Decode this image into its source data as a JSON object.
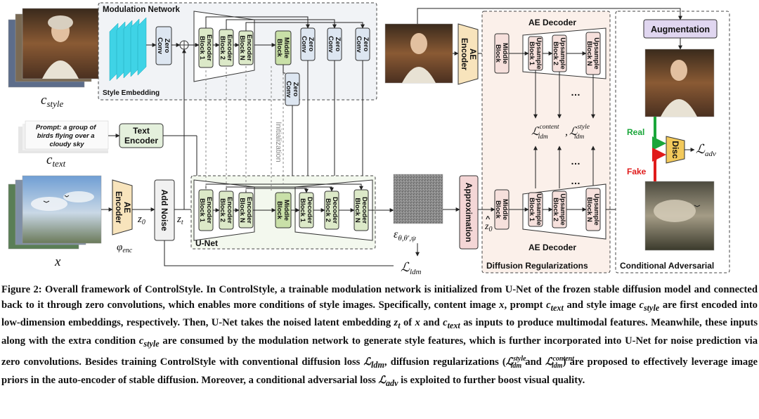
{
  "diagram": {
    "modulation_network": "Modulation Network",
    "style_embedding": "Style Embedding",
    "zero_conv": "Zero\nConv",
    "encoder_block_1": "Encoder\nBlock 1",
    "encoder_block_2": "Encoder\nBlock 2",
    "encoder_block_n": "Encoder\nBlock N",
    "middle_block": "Middle\nBlock",
    "decoder_block_1": "Decoder\nBlock 1",
    "decoder_block_2": "Decoder\nBlock 2",
    "decoder_block_n": "Decoder\nBlock N",
    "upsample_block_1": "Upsample\nBlock 1",
    "upsample_block_2": "Upsample\nBlock 2",
    "upsample_block_n": "Upsample\nBlock N",
    "text_encoder": "Text\nEncoder",
    "ae_encoder": "AE\nEncoder",
    "ae_decoder": "AE Decoder",
    "add_noise": "Add Noise",
    "approximation": "Approximation",
    "initialization": "Initialization",
    "unet": "U-Net",
    "augmentation": "Augmentation",
    "disc": "Disc",
    "real": "Real",
    "fake": "Fake",
    "diffusion_regularizations": "Diffusion Regularizations",
    "conditional_adversarial": "Conditional Adversarial",
    "prompt": "Prompt: a group of\nbirds flying over a\ncloudy sky",
    "c_style": "c",
    "c_style_sub": "style",
    "c_text": "c",
    "c_text_sub": "text",
    "x": "x",
    "phi_enc": "φ",
    "phi_enc_sub": "enc",
    "z0": "z",
    "z0_sub": "0",
    "zt": "z",
    "zt_sub": "t",
    "epsilon": "ε",
    "epsilon_sub": "θ,θ′,ψ",
    "l_ldm": "ℒ",
    "l_ldm_sub": "ldm",
    "l_adv": "ℒ",
    "l_adv_sub": "adv",
    "l_content_sub": "ldm",
    "l_content_sup": "content",
    "l_style_sub": "ldm",
    "l_style_sup": "style",
    "ellipsis": "…",
    "colors": {
      "encoder_green": "#dce9c8",
      "middle_green": "#c9e0a8",
      "zero_conv_blue": "#dde6f1",
      "text_encoder_green": "#e4f0dc",
      "ae_orange": "#f8e4bc",
      "approx_pink": "#f4d6d6",
      "upsample_pink": "#f6e0dc",
      "augment_purple": "#e0d6f0",
      "disc_orange": "#f2c95b",
      "real_green": "#1aa63a",
      "fake_red": "#e01b1b",
      "cyan": "#3fd3e6"
    }
  },
  "caption": {
    "fig_label": "Figure 2: Overall framework of ControlStyle.",
    "p1": " In ControlStyle, a trainable modulation network is initialized from U-Net of the frozen stable diffusion model and connected back to it through zero convolutions, which enables more conditions of style images. Specifically, content image ",
    "x": "x",
    "p2": ", prompt ",
    "c_text": "c",
    "c_text_sub": "text",
    "p3": " and style image ",
    "c_style": "c",
    "c_style_sub": "style",
    "p4": " are first encoded into low-dimension embeddings, respectively. Then, U-Net takes the noised latent embedding ",
    "zt": "z",
    "zt_sub": "t",
    "p5": " of ",
    "x2": "x",
    "p6": " and ",
    "c_text2": "c",
    "c_text2_sub": "text",
    "p7": " as inputs to produce multimodal features. Meanwhile, these inputs along with the extra condition ",
    "c_style2": "c",
    "c_style2_sub": "style",
    "p8": " are consumed by the modulation network to generate style features, which is further incorporated into U-Net for noise prediction via zero convolutions. Besides training ControlStyle with conventional diffusion loss ",
    "l_ldm": "ℒ",
    "l_ldm_sub": "ldm",
    "p9": ", diffusion regularizations (",
    "l_style": "ℒ",
    "l_style_sub": "ldm",
    "l_style_sup": "style",
    "p10": " and ",
    "l_content": "ℒ",
    "l_content_sub": "ldm",
    "l_content_sup": "content",
    "p11": ") are proposed to effectively leverage image priors in the auto-encoder of stable diffusion. Moreover, a conditional adversarial loss ",
    "l_adv": "ℒ",
    "l_adv_sub": "adv",
    "p12": " is exploited to further boost visual quality."
  }
}
